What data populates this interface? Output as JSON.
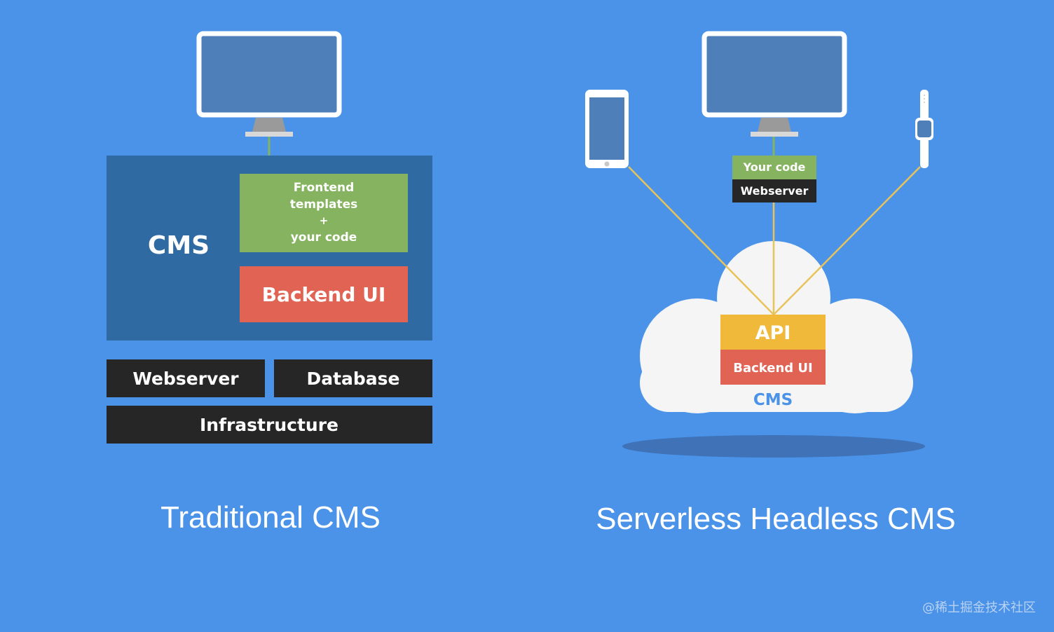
{
  "traditional": {
    "cms_label": "CMS",
    "frontend_lines": [
      "Frontend",
      "templates",
      "+",
      "your code"
    ],
    "backend_label": "Backend UI",
    "webserver_label": "Webserver",
    "database_label": "Database",
    "infrastructure_label": "Infrastructure",
    "caption": "Traditional CMS"
  },
  "serverless": {
    "your_code_label": "Your code",
    "webserver_label": "Webserver",
    "api_label": "API",
    "backend_label": "Backend UI",
    "cms_label": "CMS",
    "caption": "Serverless Headless CMS"
  },
  "watermark": "@稀土掘金技术社区",
  "colors": {
    "background": "#4a93e9",
    "cms_box": "#2f6aa3",
    "green": "#86b35f",
    "red": "#e06354",
    "dark": "#262626",
    "yellow": "#f0b93a",
    "line": "#e8c35a",
    "cloud": "#f5f5f5",
    "screen": "#4e7fb9"
  }
}
